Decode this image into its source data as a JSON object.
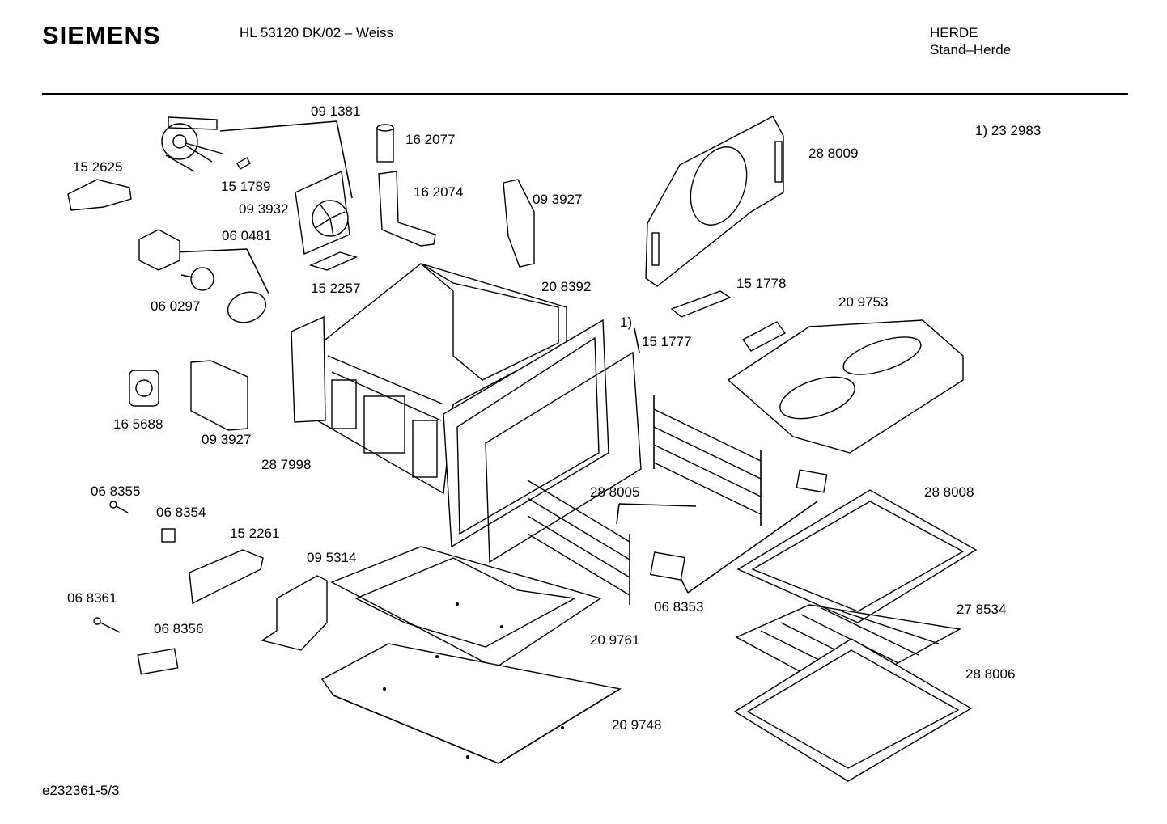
{
  "header": {
    "brand": "SIEMENS",
    "model": "HL 53120 DK/02 – Weiss",
    "category": "HERDE",
    "subcategory": "Stand–Herde"
  },
  "footnote": "1) 23 2983",
  "footnote_marker": "1)",
  "doc_id": "e232361-5/3",
  "parts": [
    {
      "id": "p-091381",
      "label": "09 1381"
    },
    {
      "id": "p-162077",
      "label": "16 2077"
    },
    {
      "id": "p-152625",
      "label": "15 2625"
    },
    {
      "id": "p-151789",
      "label": "15 1789"
    },
    {
      "id": "p-162074",
      "label": "16 2074"
    },
    {
      "id": "p-093927a",
      "label": "09 3927"
    },
    {
      "id": "p-093932",
      "label": "09 3932"
    },
    {
      "id": "p-288009",
      "label": "28 8009"
    },
    {
      "id": "p-060481",
      "label": "06 0481"
    },
    {
      "id": "p-152257",
      "label": "15 2257"
    },
    {
      "id": "p-208392",
      "label": "20 8392"
    },
    {
      "id": "p-151778",
      "label": "15 1778"
    },
    {
      "id": "p-060297",
      "label": "06 0297"
    },
    {
      "id": "p-209753",
      "label": "20 9753"
    },
    {
      "id": "p-151777",
      "label": "15 1777"
    },
    {
      "id": "p-165688",
      "label": "16 5688"
    },
    {
      "id": "p-093927b",
      "label": "09 3927"
    },
    {
      "id": "p-287998",
      "label": "28 7998"
    },
    {
      "id": "p-068355",
      "label": "06 8355"
    },
    {
      "id": "p-068354",
      "label": "06 8354"
    },
    {
      "id": "p-288005",
      "label": "28 8005"
    },
    {
      "id": "p-288008",
      "label": "28 8008"
    },
    {
      "id": "p-152261",
      "label": "15 2261"
    },
    {
      "id": "p-095314",
      "label": "09 5314"
    },
    {
      "id": "p-068361",
      "label": "06 8361"
    },
    {
      "id": "p-068353",
      "label": "06 8353"
    },
    {
      "id": "p-278534",
      "label": "27 8534"
    },
    {
      "id": "p-068356",
      "label": "06 8356"
    },
    {
      "id": "p-209761",
      "label": "20 9761"
    },
    {
      "id": "p-288006",
      "label": "28 8006"
    },
    {
      "id": "p-209748",
      "label": "20 9748"
    }
  ]
}
